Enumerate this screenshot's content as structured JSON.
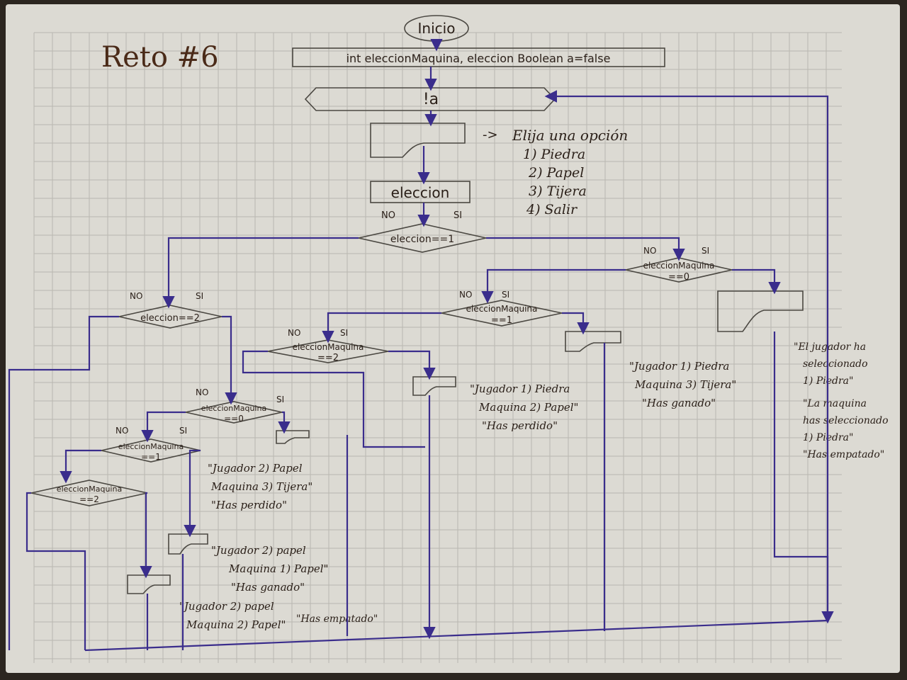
{
  "diagram": {
    "title": "Reto #6",
    "start_label": "Inicio",
    "declaration": "int eleccionMaquina, eleccion Boolean a=false",
    "loop_condition": "!a",
    "input_variable": "eleccion",
    "menu": [
      "Elija una opción",
      "1) Piedra",
      "2) Papel",
      "3) Tijera",
      "4) Salir"
    ],
    "branch_no": "NO",
    "branch_si": "SI",
    "decisions": {
      "d1": "eleccion==1",
      "d2": "eleccion==2",
      "m0_a": [
        "eleccionMaquina",
        "==0"
      ],
      "m1_a": [
        "eleccionMaquina",
        "==1"
      ],
      "m2_a": [
        "eleccionMaquina",
        "==2"
      ],
      "m0_b": [
        "eleccionMaquina",
        "==0"
      ],
      "m1_b": [
        "eleccionMaquina",
        "==1"
      ],
      "m2_b": [
        "eleccionMaquina",
        "==2"
      ]
    },
    "outputs": {
      "piedra_piedra": [
        "\"El jugador ha",
        "seleccionado",
        "1) Piedra\"",
        "\"La maquina",
        "has seleccionado",
        "1) Piedra\"",
        "\"Has empatado\""
      ],
      "piedra_tijera": [
        "\"Jugador 1) Piedra",
        "Maquina 3) Tijera\"",
        "\"Has ganado\""
      ],
      "piedra_papel": [
        "\"Jugador 1) Piedra",
        "Maquina 2) Papel\"",
        "\"Has perdido\""
      ],
      "papel_tijera": [
        "\"Jugador 2) Papel",
        "Maquina 3) Tijera\"",
        "\"Has perdido\""
      ],
      "papel_piedra": [
        "\"Jugador 2) papel",
        "Maquina 1) Papel\"",
        "\"Has ganado\""
      ],
      "papel_papel": [
        "\"Jugador 2) papel",
        "Maquina 2) Papel\"",
        "\"Has empatado\""
      ]
    }
  }
}
